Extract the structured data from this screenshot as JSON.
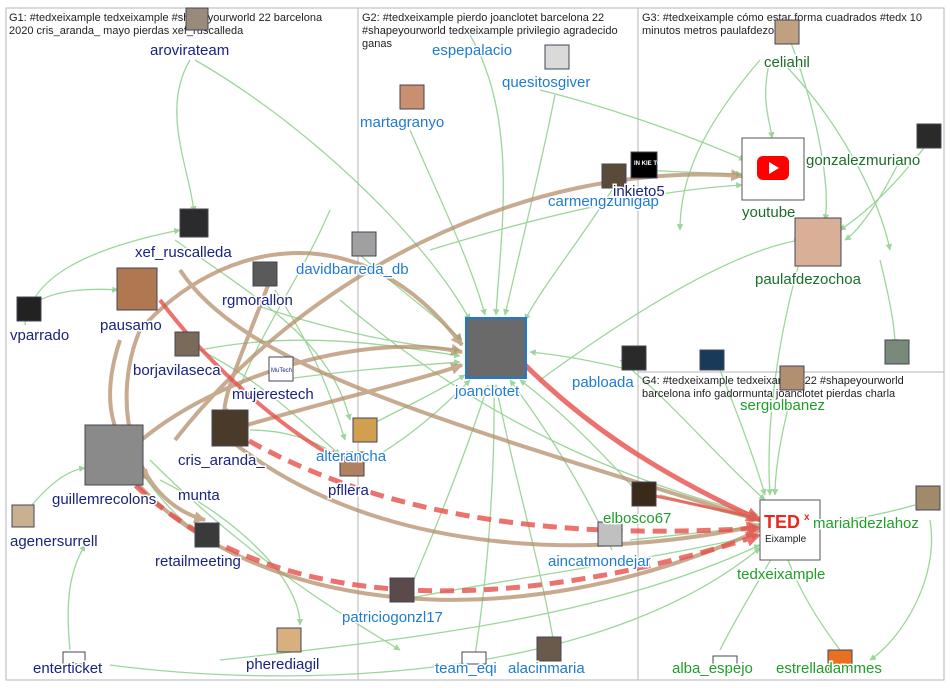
{
  "groups": [
    {
      "id": "G1",
      "label": "G1: #tedxeixample tedxeixample #shapeyourworld 22 barcelona",
      "label2": "2020 cris_aranda_ mayo pierdas xef_ruscalleda"
    },
    {
      "id": "G2",
      "label": "G2: #tedxeixample pierdo joanclotet barcelona 22",
      "label2": "#shapeyourworld tedxeixample privilegio agradecido",
      "label3": "ganas"
    },
    {
      "id": "G3",
      "label": "G3: #tedxeixample cómo estar forma cuadrados #tedx 10",
      "label2": "minutos metros paulafdezochoa"
    },
    {
      "id": "G4",
      "label": "G4: #tedxeixample tedxeixample 22 #shapeyourworld",
      "label2": "barcelona info gadormunta joanclotet pierdas charla"
    }
  ],
  "nodes": {
    "arovirateam": "arovirateam",
    "xef_ruscalleda": "xef_ruscalleda",
    "vparrado": "vparrado",
    "pausamo": "pausamo",
    "rgmorallon": "rgmorallon",
    "borjavilaseca": "borjavilaseca",
    "mujerestech": "mujerestech",
    "cris_aranda_": "cris_aranda_",
    "guillemrecolons": "guillemrecolons",
    "munta": "munta",
    "agenersurrell": "agenersurrell",
    "retailmeeting": "retailmeeting",
    "enterticket": "enterticket",
    "pherediagil": "pherediagil",
    "espepalacio": "espepalacio",
    "quesitosgiver": "quesitosgiver",
    "martagranyo": "martagranyo",
    "carmengzunigap": "carmengzunigap",
    "inkieto5": "inkieto5",
    "davidbarreda_db": "davidbarreda_db",
    "joanclotet": "joanclotet",
    "pabloada": "pabloada",
    "alterancha": "alterancha",
    "pfllera": "pfllera",
    "elbosco67": "elbosco67",
    "aincatmondejar": "aincatmondejar",
    "patriciogonzl17": "patriciogonzl17",
    "team_eqi": "team_eqi",
    "alacinmaria": "alacinmaria",
    "celiahil": "celiahil",
    "gonzalezmuriano": "gonzalezmuriano",
    "youtube": "youtube",
    "paulafdezochoa": "paulafdezochoa",
    "sergiolbanez": "sergiolbanez",
    "tedxeixample": "tedxeixample",
    "mariahdezlahoz": "mariahdezlahoz",
    "alba_espejo": "alba_espejo",
    "estrelladammes": "estrelladammes"
  },
  "logos": {
    "ted_word": "TED",
    "ted_x": "x",
    "ted_sub": "Eixample",
    "inkieto_logo": "IN KIE TO",
    "mujerestech_logo": "MuTech"
  },
  "colors": {
    "g1_text": "#1a237e",
    "g2_text": "#1f7bd1",
    "g3_text": "#1b6e2a",
    "g4_text": "#1f9e2a",
    "edge_green": "#8ccf8a",
    "edge_brown": "#b58e6a",
    "edge_red": "#e8504a",
    "youtube_red": "#ff0000",
    "ted_red": "#e62b1e"
  }
}
